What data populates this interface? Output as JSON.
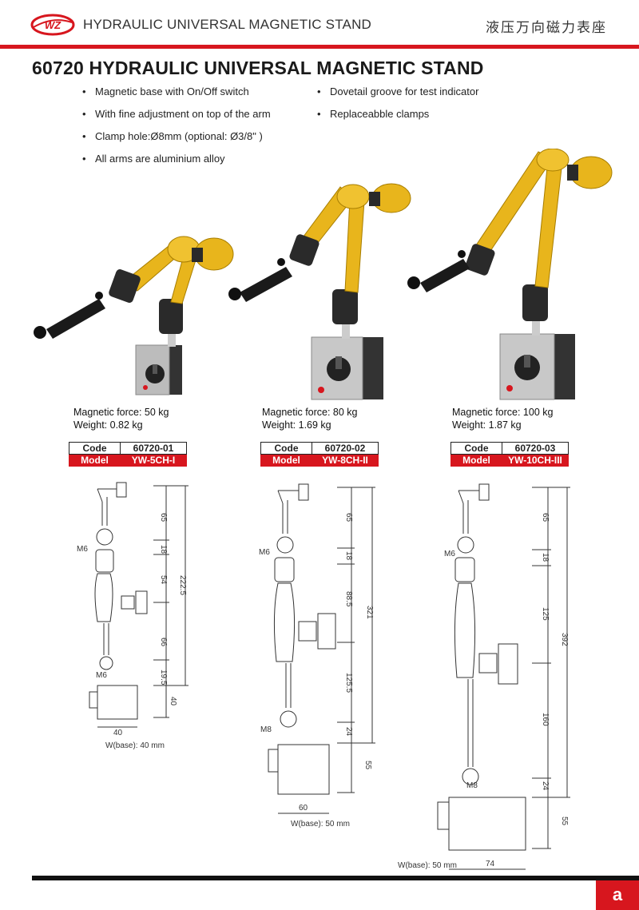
{
  "header": {
    "logo_text": "WZ",
    "title": "HYDRAULIC UNIVERSAL  MAGNETIC STAND",
    "title_cn": "液压万向磁力表座"
  },
  "title": "60720  HYDRAULIC UNIVERSAL MAGNETIC STAND",
  "features_left": [
    "Magnetic base with On/Off switch",
    "With fine adjustment on top of the arm",
    "Clamp hole:Ø8mm (optional: Ø3/8\" )",
    "All arms are aluminium alloy"
  ],
  "features_right": [
    "Dovetail groove for test indicator",
    "Replaceabble clamps"
  ],
  "code_label": "Code",
  "model_label": "Model",
  "colors": {
    "accent": "#d7161e",
    "arm_gold": "#e8b51c",
    "base_dark": "#3a3a3a"
  },
  "products": [
    {
      "force": "Magnetic force: 50 kg",
      "weight": "Weight: 0.82 kg",
      "code": "60720-01",
      "model": "YW-5CH-I",
      "dims": [
        "65",
        "18",
        "54",
        "222.5",
        "66",
        "19.5",
        "40",
        "40"
      ],
      "thread_top": "M6",
      "thread_bottom": "M6",
      "base_width": "W(base): 40 mm"
    },
    {
      "force": "Magnetic force: 80 kg",
      "weight": "Weight: 1.69 kg",
      "code": "60720-02",
      "model": "YW-8CH-II",
      "dims": [
        "65",
        "18",
        "88.5",
        "321",
        "125.5",
        "24",
        "55",
        "60"
      ],
      "thread_top": "M6",
      "thread_bottom": "M8",
      "base_width": "W(base): 50 mm"
    },
    {
      "force": "Magnetic force: 100 kg",
      "weight": "Weight: 1.87 kg",
      "code": "60720-03",
      "model": "YW-10CH-III",
      "dims": [
        "65",
        "18",
        "125",
        "392",
        "160",
        "24",
        "55",
        "74"
      ],
      "thread_top": "M6",
      "thread_bottom": "M8",
      "base_width": "W(base): 50 mm"
    }
  ],
  "page_letter": "a"
}
